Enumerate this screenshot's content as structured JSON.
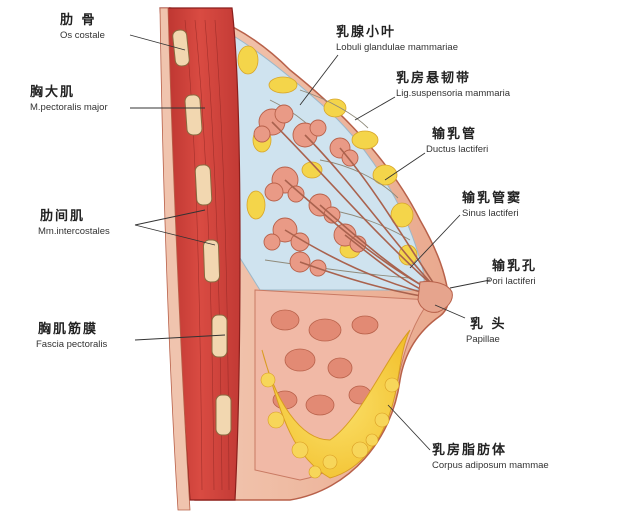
{
  "labels": [
    {
      "id": "os-costale",
      "zh": "肋 骨",
      "la": "Os costale"
    },
    {
      "id": "pectoralis-major",
      "zh": "胸大肌",
      "la": "M.pectoralis major"
    },
    {
      "id": "intercostales",
      "zh": "肋间肌",
      "la": "Mm.intercostales"
    },
    {
      "id": "fascia-pectoralis",
      "zh": "胸肌筋膜",
      "la": "Fascia pectoralis"
    },
    {
      "id": "lobuli",
      "zh": "乳腺小叶",
      "la": "Lobuli glandulae mammariae"
    },
    {
      "id": "lig-suspensoria",
      "zh": "乳房悬韧带",
      "la": "Lig.suspensoria mammaria"
    },
    {
      "id": "ductus",
      "zh": "输乳管",
      "la": "Ductus lactiferi"
    },
    {
      "id": "sinus",
      "zh": "输乳管窦",
      "la": "Sinus lactiferi"
    },
    {
      "id": "pori",
      "zh": "输乳孔",
      "la": "Pori lactiferi"
    },
    {
      "id": "papillae",
      "zh": "乳 头",
      "la": "Papillae"
    },
    {
      "id": "corpus-adiposum",
      "zh": "乳房脂肪体",
      "la": "Corpus adiposum mammae"
    }
  ]
}
